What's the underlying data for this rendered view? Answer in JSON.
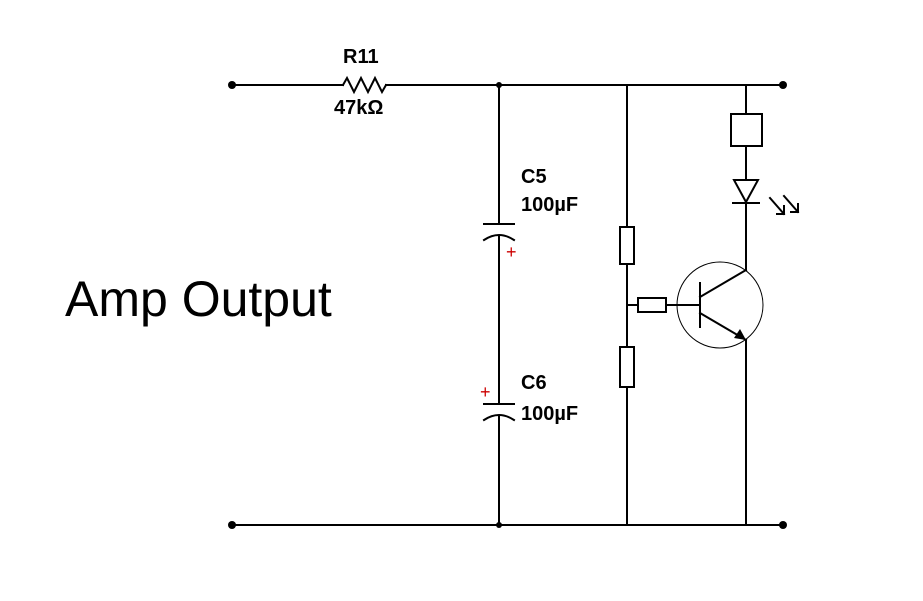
{
  "title": "Amp Output",
  "r11": {
    "name": "R11",
    "value": "47kΩ"
  },
  "c5": {
    "name": "C5",
    "value": "100µF",
    "polarity": "+"
  },
  "c6": {
    "name": "C6",
    "value": "100µF",
    "polarity": "+"
  },
  "colors": {
    "wire": "#000000",
    "polarity": "#cc0000",
    "background": "#ffffff"
  },
  "components": [
    "resistor",
    "capacitor",
    "capacitor",
    "resistor",
    "resistor",
    "resistor",
    "npn-transistor",
    "resistor",
    "led"
  ]
}
